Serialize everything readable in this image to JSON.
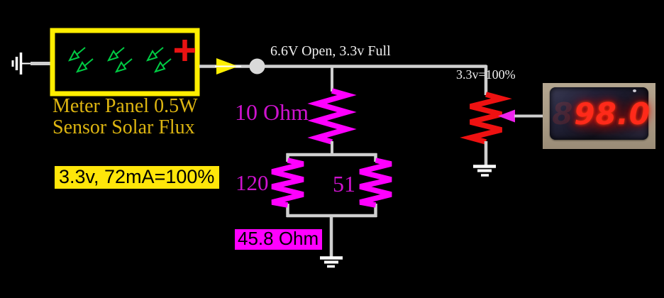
{
  "colors": {
    "background": "#000000",
    "wire": "#cfcfcf",
    "panel_border_yellow": "#ffee00",
    "gold_text": "#ddb511",
    "flux_arrow_green": "#00cc44",
    "plus_red": "#e81313",
    "resistor_magenta": "#ff00ff",
    "magenta_label_text": "#cf13cf",
    "potentiometer_red": "#ee1111",
    "white_annotation": "#efefef",
    "highlight_yellow_bg": "#ffe60a",
    "highlight_magenta_bg": "#ff00ff",
    "meter_frame_tan": "#a99b85",
    "meter_digit_red": "#ff2a1a"
  },
  "solar_panel": {
    "name_line1": "Meter Panel 0.5W",
    "name_line2": "Sensor Solar Flux",
    "rating": "3.3v, 72mA=100%",
    "polarity": "+"
  },
  "bus": {
    "annotation": "6.6V Open, 3.3v Full"
  },
  "resistors": {
    "series_label": "10 Ohm",
    "parallel_left_label": "120",
    "parallel_right_label": "51",
    "equivalent_label": "45.8 Ohm"
  },
  "potentiometer": {
    "annotation": "3.3v=100%"
  },
  "meter": {
    "value": "98.0",
    "ghost_digit": "8"
  }
}
